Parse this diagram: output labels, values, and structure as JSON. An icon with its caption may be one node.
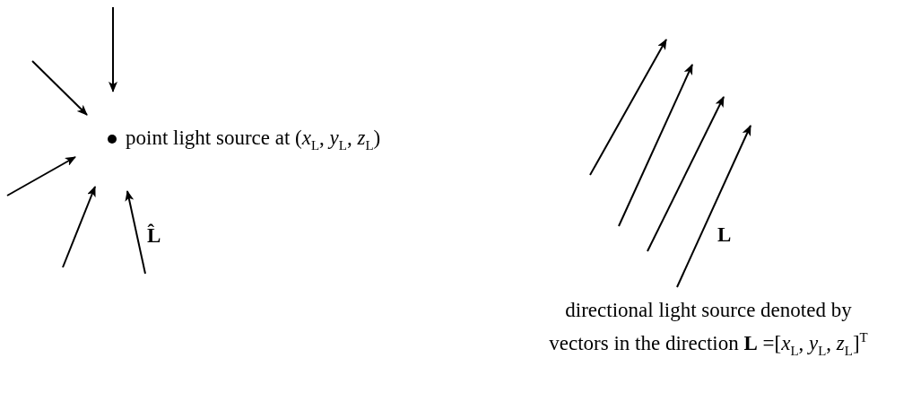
{
  "diagram": {
    "nodes": [
      {
        "text": [],
        "shape": "circle",
        "beside": [
          "point light source at (*x*$_{L}$, *y*$_{L}$, *z*$_{L}$)"
        ]
      }
    ],
    "labels": [
      "L̂",
      "L",
      "directional light source denoted by vectors in the direction **L** =[*x*$_{L}$, *y*$_{L}$, *z*$_{L}$]$^{T}$"
    ]
  }
}
